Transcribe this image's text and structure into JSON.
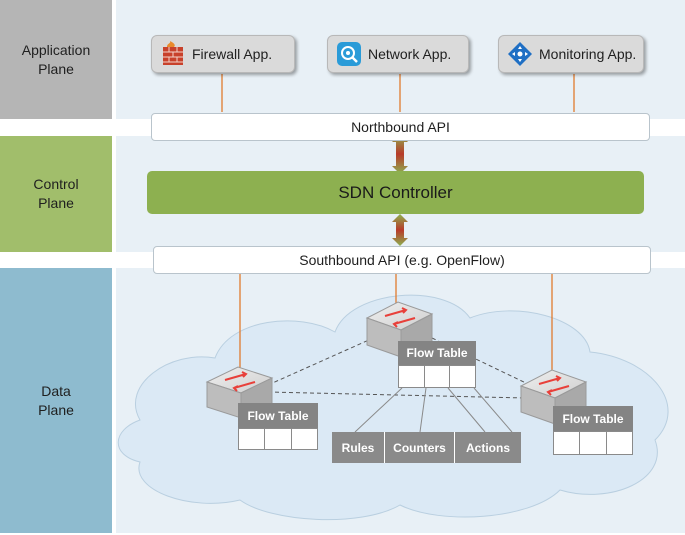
{
  "planes": {
    "application": "Application\nPlane",
    "control": "Control\nPlane",
    "data": "Data\nPlane"
  },
  "apps": [
    {
      "label": "Firewall App.",
      "icon": "firewall-icon"
    },
    {
      "label": "Network App.",
      "icon": "network-app-icon"
    },
    {
      "label": "Monitoring App.",
      "icon": "monitoring-icon"
    }
  ],
  "northbound_api": "Northbound API",
  "controller": "SDN Controller",
  "southbound_api": "Southbound API (e.g. OpenFlow)",
  "switches": [
    {
      "flow_table": "Flow Table"
    },
    {
      "flow_table": "Flow Table"
    },
    {
      "flow_table": "Flow Table"
    }
  ],
  "flow_entry_fields": [
    "Rules",
    "Counters",
    "Actions"
  ],
  "colors": {
    "app_plane": "#b5b5b5",
    "control_plane": "#a1be6b",
    "data_plane": "#8ebbcf",
    "band": "#e8f0f6",
    "controller": "#8db050",
    "connector": "#e07b2e"
  }
}
